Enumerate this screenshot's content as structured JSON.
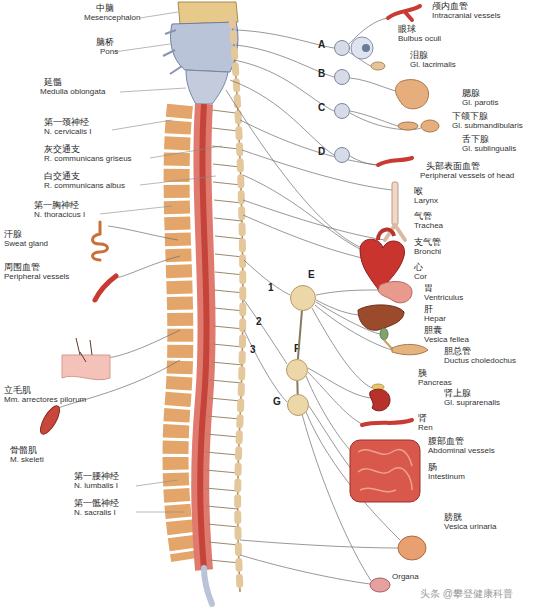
{
  "diagram": {
    "nodes": [
      {
        "text": [
          "A"
        ]
      },
      {
        "text": [
          "B"
        ]
      },
      {
        "text": [
          "C"
        ]
      },
      {
        "text": [
          "D"
        ]
      },
      {
        "text": [
          "E"
        ]
      },
      {
        "text": [
          "F"
        ]
      },
      {
        "text": [
          "G"
        ]
      }
    ],
    "edges": [
      {
        "from": 4,
        "to": 5,
        "arrow": "none"
      },
      {
        "from": 5,
        "to": 6,
        "arrow": "none"
      }
    ],
    "labels": [
      "中脑",
      "Mesencephalon",
      "颅内血管",
      "Intracranial vessels",
      "眼球",
      "Bulbus oculi",
      "脑桥",
      "Pons",
      "泪腺",
      "Gl. lacrimalis",
      "延髓",
      "Medulla oblongata",
      "腮腺",
      "Gl. parotis",
      "下颌下腺",
      "Gl. submandibularis",
      "第一颈神经",
      "N. cervicalis I",
      "舌下腺",
      "Gl. sublingualis",
      "灰交通支",
      "R. communicans griseus",
      "头部表面血管",
      "Peripheral vessels of head",
      "白交通支",
      "R. communicans albus",
      "喉",
      "Larynx",
      "第一胸神经",
      "N. thoracicus I",
      "气管",
      "Trachea",
      "汗腺",
      "Sweat gland",
      "支气管",
      "Bronchi",
      "心",
      "Cor",
      "周围血管",
      "Peripheral vessels",
      "胃",
      "Ventriculus",
      "1",
      "肝",
      "Hepar",
      "2",
      "胆囊",
      "Vesica fellea",
      "3",
      "胆总管",
      "Ductus choledochus",
      "胰",
      "Pancreas",
      "立毛肌",
      "Mm. arrectores pilorum",
      "肾上腺",
      "Gl. suprarenalis",
      "肾",
      "Ren",
      "腹部血管",
      "Abdominal vessels",
      "骨骼肌",
      "M. skeleti",
      "肠",
      "Intestinum",
      "第一腰神经",
      "N. lumbalis I",
      "第一骶神经",
      "N. sacralis I",
      "膀胱",
      "Vesica urinaria",
      "Organa",
      "头条 @攀登健康科普"
    ]
  }
}
